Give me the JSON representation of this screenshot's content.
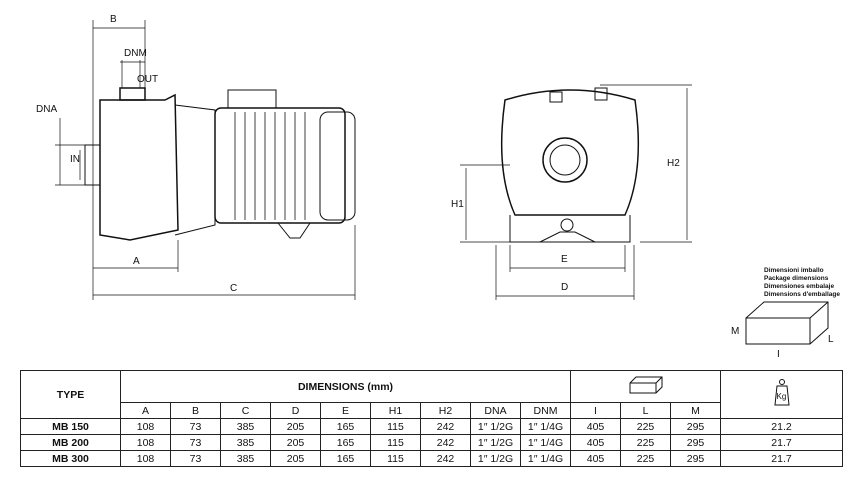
{
  "drawing": {
    "side_view_labels": {
      "B": "B",
      "DNM": "DNM",
      "OUT": "OUT",
      "DNA": "DNA",
      "IN": "IN",
      "A": "A",
      "C": "C"
    },
    "front_view_labels": {
      "H1": "H1",
      "H2": "H2",
      "E": "E",
      "D": "D"
    },
    "package": {
      "captions": [
        "Dimensioni imballo",
        "Package dimensions",
        "Dimensiones embalaje",
        "Dimensions d'emballage"
      ],
      "M": "M",
      "L": "L",
      "I": "I"
    }
  },
  "table": {
    "type_header": "TYPE",
    "dimensions_header": "DIMENSIONS (mm)",
    "package_icon": "box-icon",
    "weight_icon": "weight-kg-icon",
    "weight_icon_text": "Kg",
    "columns": [
      "A",
      "B",
      "C",
      "D",
      "E",
      "H1",
      "H2",
      "DNA",
      "DNM",
      "I",
      "L",
      "M"
    ],
    "rows": [
      {
        "type": "MB 150",
        "values": [
          "108",
          "73",
          "385",
          "205",
          "165",
          "115",
          "242",
          "1″ 1/2G",
          "1″ 1/4G",
          "405",
          "225",
          "295"
        ],
        "weight": "21.2"
      },
      {
        "type": "MB 200",
        "values": [
          "108",
          "73",
          "385",
          "205",
          "165",
          "115",
          "242",
          "1″ 1/2G",
          "1″ 1/4G",
          "405",
          "225",
          "295"
        ],
        "weight": "21.7"
      },
      {
        "type": "MB 300",
        "values": [
          "108",
          "73",
          "385",
          "205",
          "165",
          "115",
          "242",
          "1″ 1/2G",
          "1″ 1/4G",
          "405",
          "225",
          "295"
        ],
        "weight": "21.7"
      }
    ]
  }
}
